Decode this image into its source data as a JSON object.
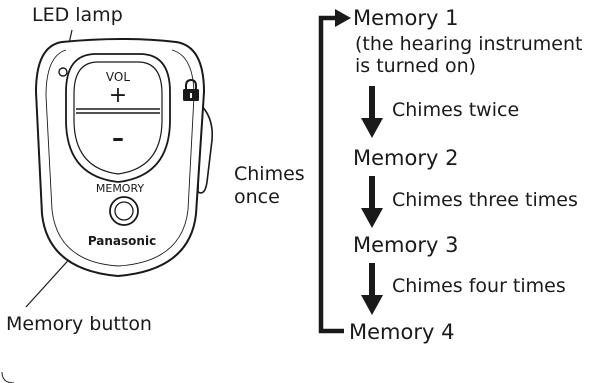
{
  "labels": {
    "led_lamp": "LED lamp",
    "memory_button": "Memory button",
    "chimes_once_line1": "Chimes",
    "chimes_once_line2": "once"
  },
  "device": {
    "vol_label": "VOL",
    "plus": "+",
    "minus": "–",
    "memory_label": "MEMORY",
    "brand": "Panasonic"
  },
  "sequence": {
    "memories": [
      {
        "name": "Memory 1",
        "note": [
          "(the hearing instrument",
          "is turned on)"
        ]
      },
      {
        "name": "Memory 2"
      },
      {
        "name": "Memory 3"
      },
      {
        "name": "Memory 4"
      }
    ],
    "steps": [
      {
        "label": "Chimes twice"
      },
      {
        "label": "Chimes three times"
      },
      {
        "label": "Chimes four times"
      }
    ]
  }
}
